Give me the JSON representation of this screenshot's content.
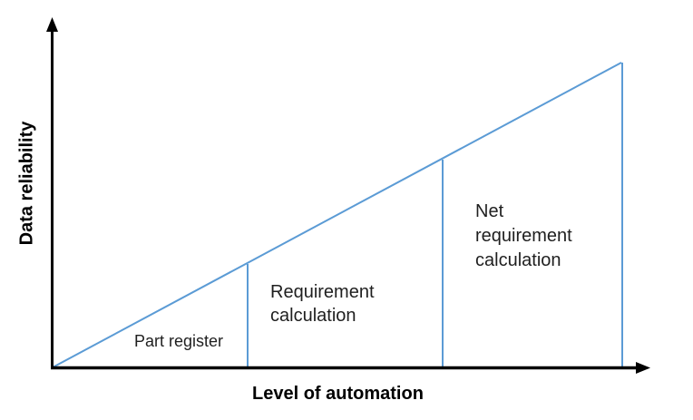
{
  "figure": {
    "y_axis_label": "Data reliability",
    "x_axis_label": "Level of automation",
    "regions": [
      {
        "label": "Part register"
      },
      {
        "label": "Requirement calculation"
      },
      {
        "label": "Net requirement calculation"
      }
    ]
  },
  "colors": {
    "accent_blue": "#5B9BD5",
    "axis_black": "#000000",
    "text_dark": "#1f1f1f",
    "background": "#ffffff"
  },
  "chart_data": {
    "type": "line",
    "title": "",
    "xlabel": "Level of automation",
    "ylabel": "Data reliability",
    "x_tick_labels": [],
    "y_tick_labels": [],
    "grid": false,
    "legend": false,
    "axes_qualitative": true,
    "axis_style": "black arrows on both axes, no numeric scale",
    "series": [
      {
        "name": "data-reliability-trend",
        "style": "straight diagonal line rising left to right, with a vertical drop back to the x-axis at its right end",
        "color": "#5B9BD5",
        "x_norm": [
          0.0,
          0.95
        ],
        "y_norm": [
          0.0,
          0.87
        ]
      }
    ],
    "region_dividers_x_norm": [
      0.33,
      0.65,
      0.95
    ],
    "regions": [
      {
        "label": "Part register",
        "x_range_norm": [
          0.0,
          0.33
        ]
      },
      {
        "label": "Requirement calculation",
        "x_range_norm": [
          0.33,
          0.65
        ]
      },
      {
        "label": "Net requirement calculation",
        "x_range_norm": [
          0.65,
          0.95
        ]
      }
    ]
  }
}
